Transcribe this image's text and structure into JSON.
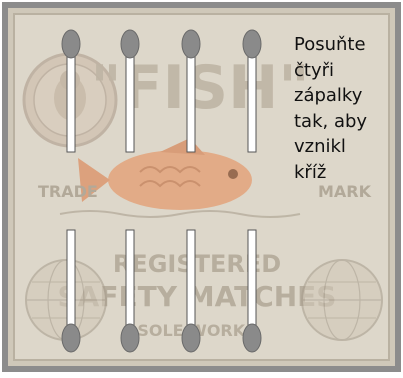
{
  "instruction": {
    "lines": [
      "Posuňte",
      "čtyři",
      "zápalky",
      "tak, aby",
      "vznikl",
      "kříž"
    ]
  },
  "label": {
    "brand": "\"FISH\"",
    "trade": "TRADE",
    "mark": "MARK",
    "registered": "REGISTERED",
    "safety_matches": "SAFETY MATCHES",
    "sole_works": "SOLE WORKS"
  },
  "matches": {
    "count": 8,
    "top_row_heads": "up",
    "bottom_row_heads": "down"
  },
  "colors": {
    "label_background": "#d9d3c5",
    "label_border": "#4a4a4a",
    "match_head": "#8a8a8a",
    "match_stick": "#ffffff",
    "fish_orange": "#e2a27a"
  }
}
